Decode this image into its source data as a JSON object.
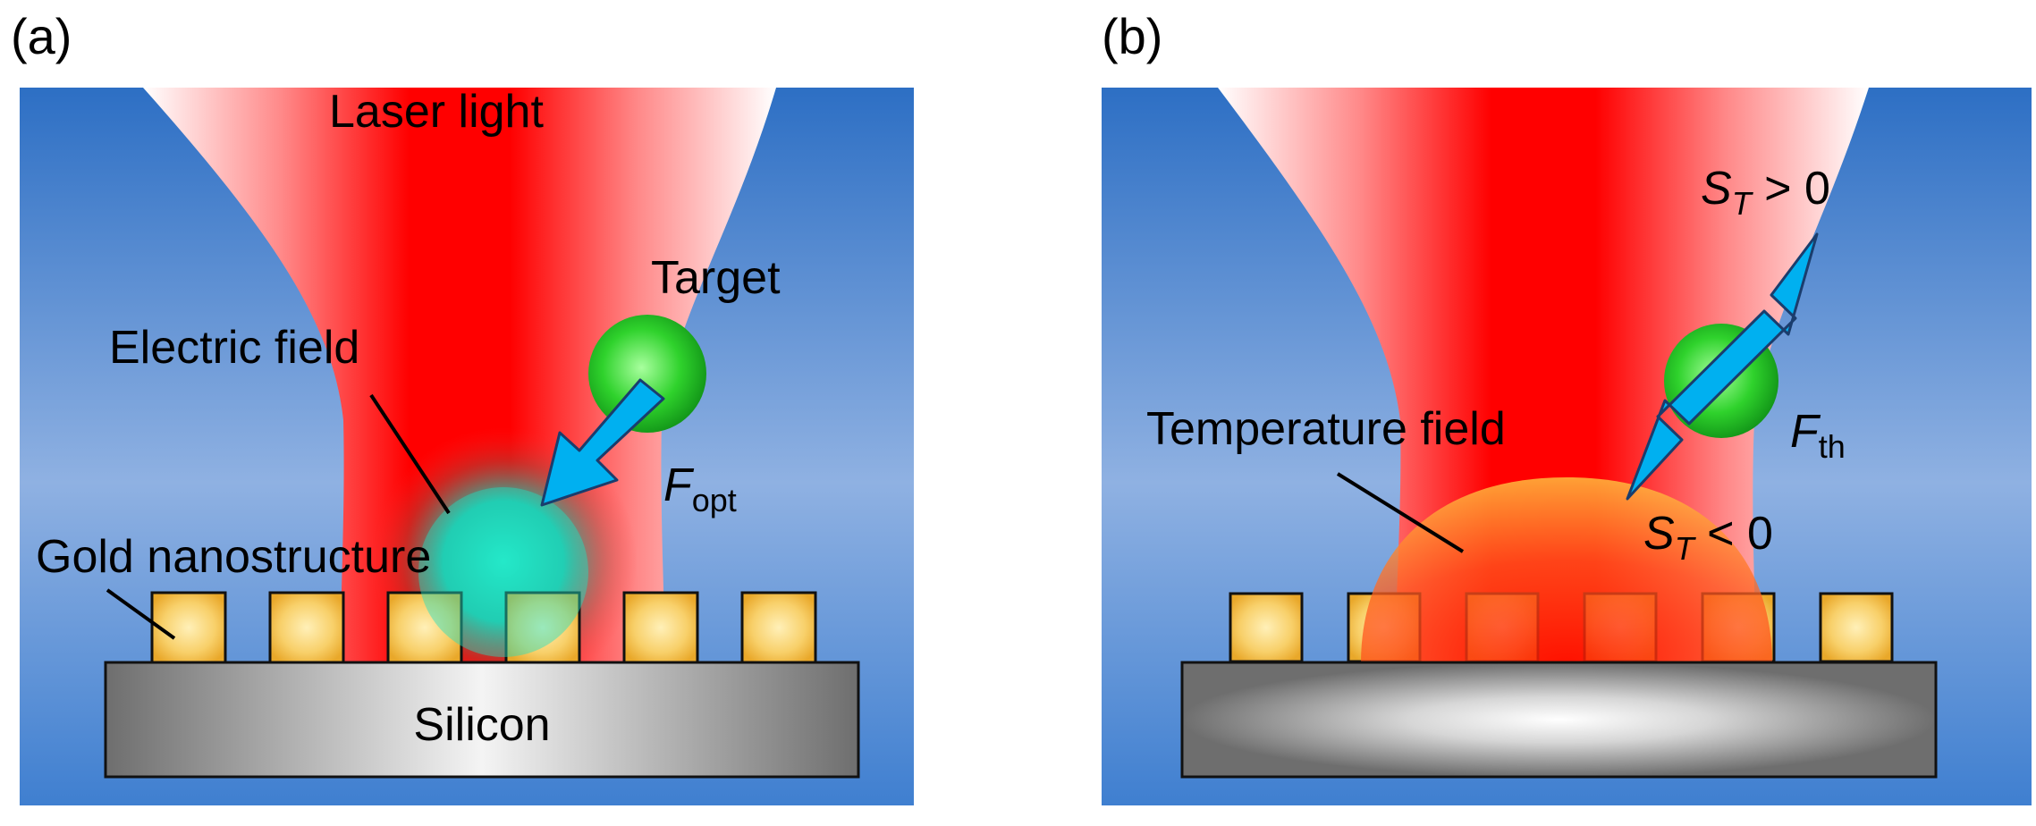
{
  "panels": [
    {
      "id": "a",
      "label": "(a)",
      "texts": {
        "laser": "Laser light",
        "target": "Target",
        "efield": "Electric field",
        "gold": "Gold nanostructure",
        "silicon": "Silicon",
        "force_main": "F",
        "force_sub": "opt"
      }
    },
    {
      "id": "b",
      "label": "(b)",
      "texts": {
        "st_pos_main": "S",
        "st_pos_sub": "T",
        "st_pos_rest": " > 0",
        "tfield": "Temperature field",
        "force_main": "F",
        "force_sub": "th",
        "st_neg_main": "S",
        "st_neg_sub": "T",
        "st_neg_rest": " < 0"
      }
    }
  ],
  "colors": {
    "background_blue_dark": "#2e72c6",
    "background_blue_light": "#8fb1e2",
    "laser_red": "#ff0000",
    "arrow_cyan": "#00b0f0",
    "gold": "#f5c451",
    "silicon_gray": "#7a7a7a",
    "target_green": "#22c02a",
    "efield_cyan": "#19d4b4",
    "temperature_orange": "#ffa020"
  },
  "icons": {
    "target": "green-sphere",
    "force_arrow": "cyan-arrow",
    "double_arrow": "cyan-double-arrow"
  }
}
